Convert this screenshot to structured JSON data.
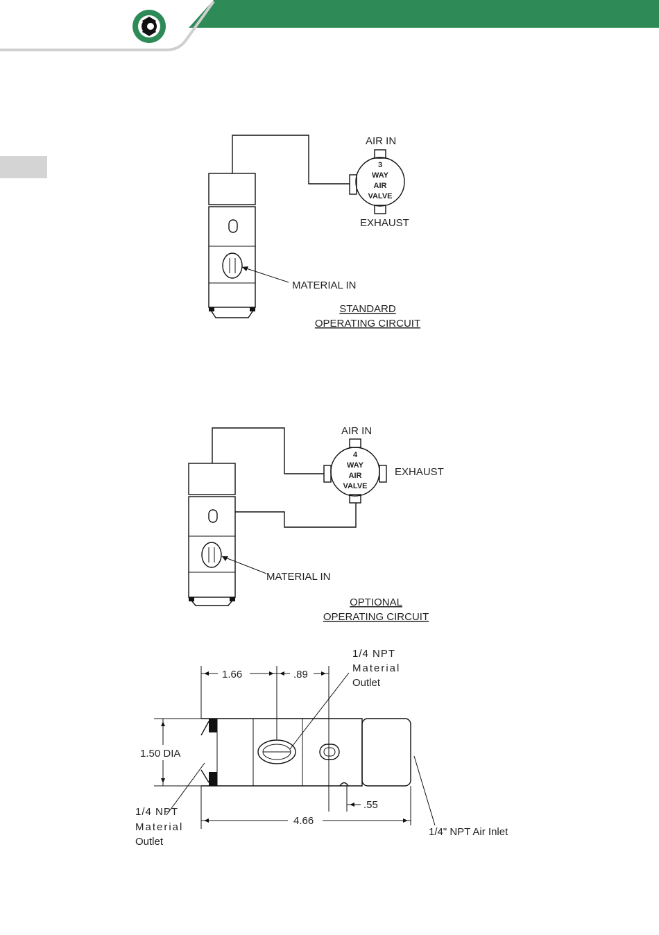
{
  "header": {
    "brand_color": "#2e8b57",
    "logo": "gear-leaf-logo"
  },
  "side_tab": {
    "color": "#d4d4d4"
  },
  "standard": {
    "air_in": "AIR IN",
    "valve_l1": "3",
    "valve_l2": "WAY",
    "valve_l3": "AIR",
    "valve_l4": "VALVE",
    "exhaust": "EXHAUST",
    "material_in": "MATERIAL IN",
    "caption_l1": "STANDARD",
    "caption_l2": "OPERATING CIRCUIT"
  },
  "optional": {
    "air_in": "AIR IN",
    "valve_l1": "4",
    "valve_l2": "WAY",
    "valve_l3": "AIR",
    "valve_l4": "VALVE",
    "exhaust": "EXHAUST",
    "material_in": "MATERIAL IN",
    "caption_l1": "OPTIONAL",
    "caption_l2": "OPERATING CIRCUIT"
  },
  "dimensions": {
    "d1": "1.66",
    "d2": ".89",
    "outlet_top_l1": "1/4   NPT",
    "outlet_top_l2": "Material",
    "outlet_top_l3": "Outlet",
    "dia": "1.50 DIA",
    "d3": ".55",
    "length": "4.66",
    "outlet_bot_l1": "1/4   NPT",
    "outlet_bot_l2": "Material",
    "outlet_bot_l3": "Outlet",
    "air_inlet": "1/4\" NPT Air Inlet"
  }
}
